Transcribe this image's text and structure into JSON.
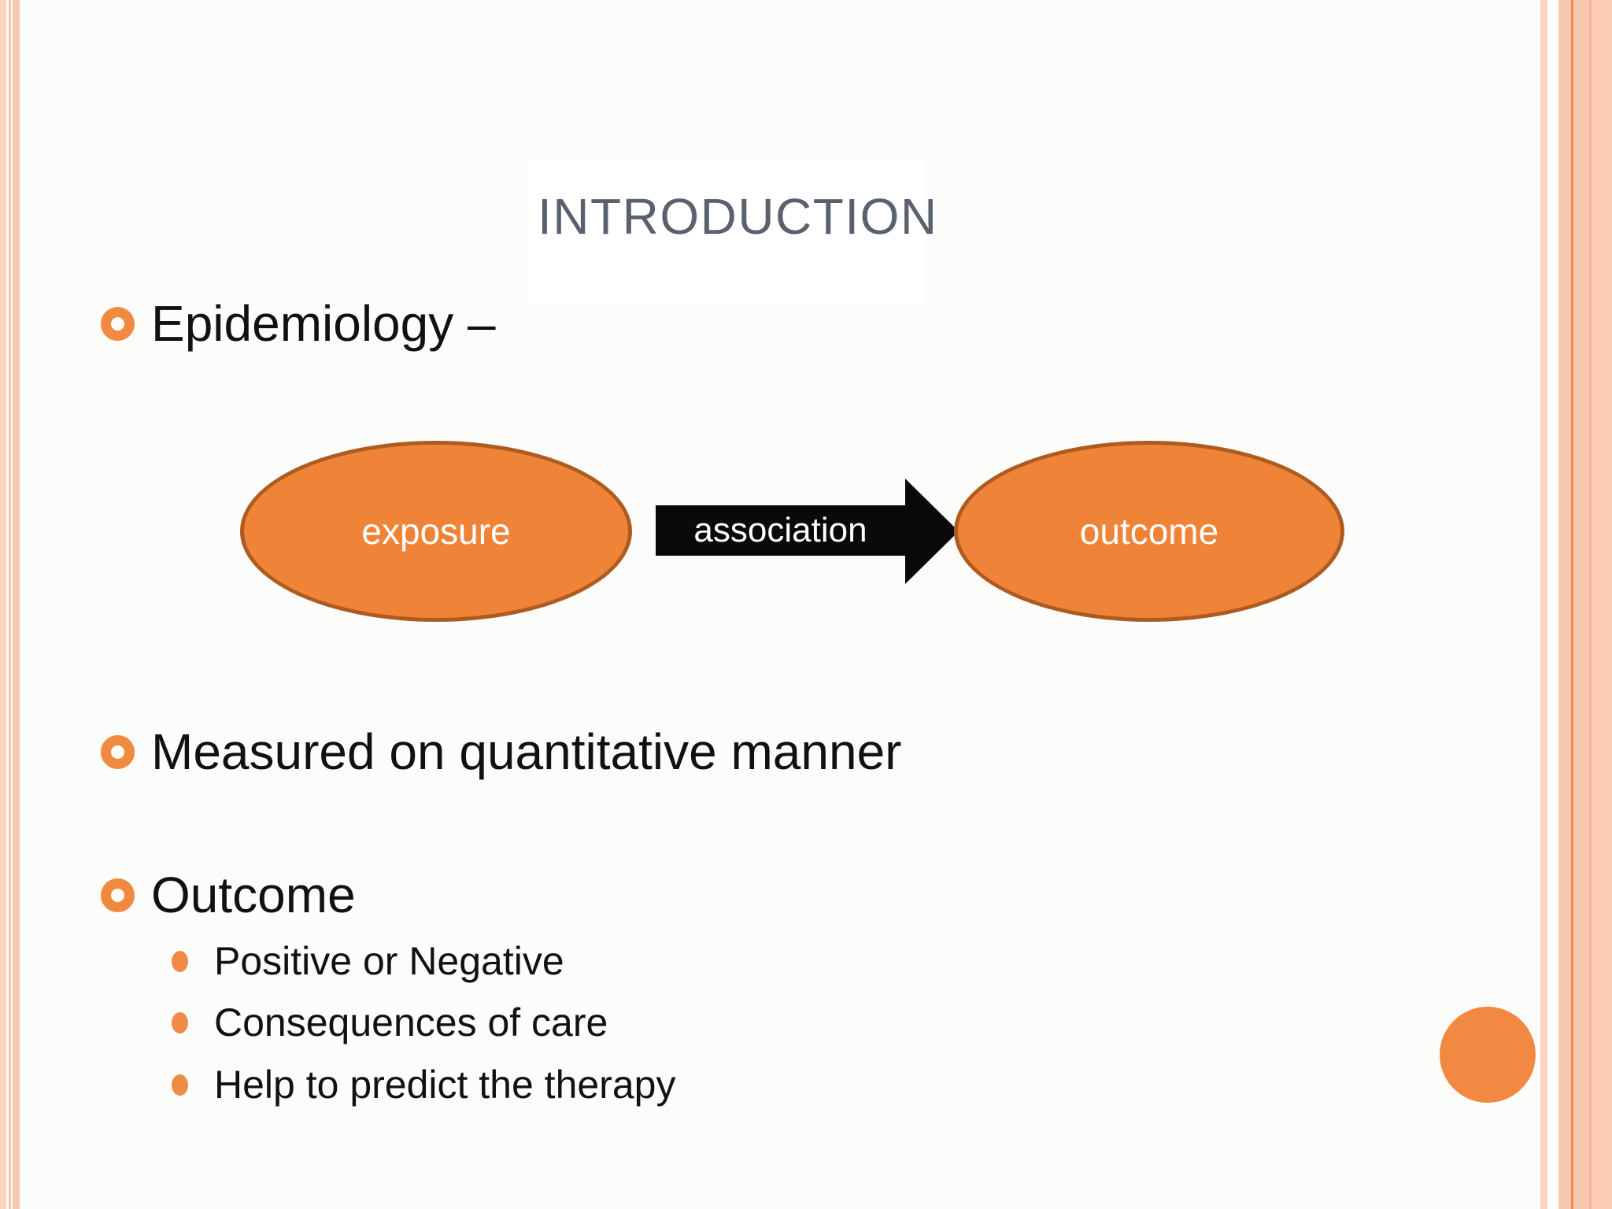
{
  "slide": {
    "title": "INTRODUCTION",
    "bullets": [
      {
        "label": "Epidemiology –"
      },
      {
        "label": "Measured on quantitative manner"
      },
      {
        "label": "Outcome"
      }
    ],
    "sub_bullets": [
      "Positive or Negative",
      "Consequences of care",
      "Help to predict the therapy"
    ],
    "diagram": {
      "exposure_label": "exposure",
      "association_label": "association",
      "outcome_label": "outcome"
    },
    "colors": {
      "accent_orange_fill": "#EF8337",
      "ellipse_border": "#AE5B21",
      "bullet_orange": "#F08A40",
      "title_gray": "#59616F",
      "arrow_black": "#0A0A0A",
      "stripe_peach_light": "#FAD3C1",
      "stripe_peach": "#F8C7AF",
      "stripe_orange_line": "#ED8A4D",
      "background": "#FCFDFA"
    }
  }
}
